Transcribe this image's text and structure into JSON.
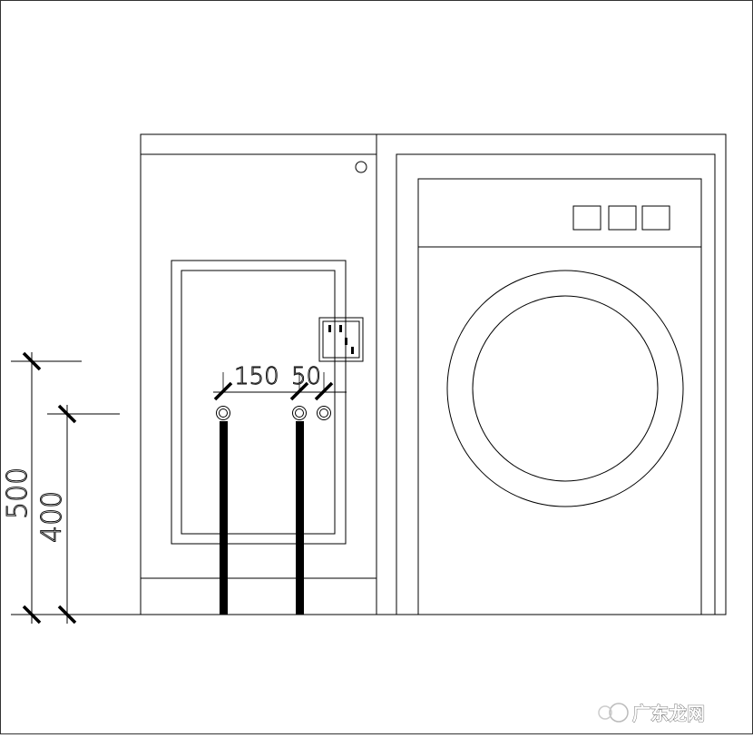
{
  "dimensions": {
    "height_total": "500",
    "height_outlet": "400",
    "spacing_a": "150",
    "spacing_b": "50"
  },
  "watermark": {
    "text": "广东龙网"
  },
  "colors": {
    "line": "#000000",
    "background": "#ffffff",
    "pipe": "#000000"
  }
}
